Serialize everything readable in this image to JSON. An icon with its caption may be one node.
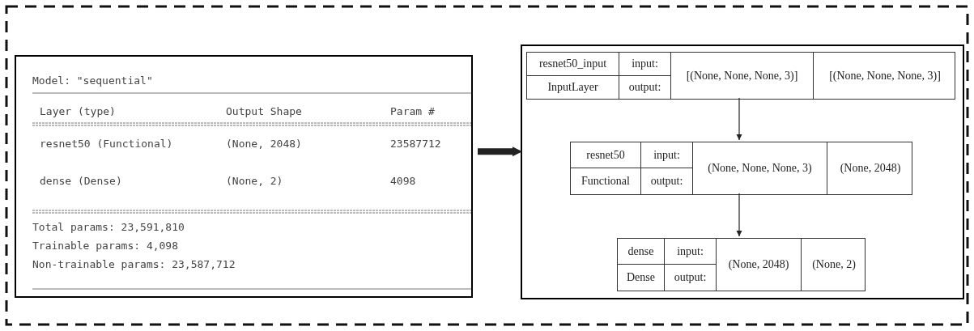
{
  "diagram": {
    "nodes": [
      {
        "text": [
          "Model: \"sequential\"",
          "Layer (type)",
          "Output Shape",
          "Param #",
          "resnet50 (Functional)",
          "(None, 2048)",
          "23587712",
          "dense (Dense)",
          "(None, 2)",
          "4098",
          "Total params: 23,591,810",
          "Trainable params: 4,098",
          "Non-trainable params: 23,587,712"
        ]
      },
      {
        "text": [],
        "shape": "box"
      },
      {
        "text": [
          "resnet50_input",
          "InputLayer",
          "input:",
          "output:",
          "[(None, None, None, 3)]",
          "[(None, None, None, 3)]"
        ],
        "in": 1
      },
      {
        "text": [
          "resnet50",
          "Functional",
          "input:",
          "output:",
          "(None, None, None, 3)",
          "(None, 2048)"
        ],
        "in": 1
      },
      {
        "text": [
          "dense",
          "Dense",
          "input:",
          "output:",
          "(None, 2048)",
          "(None, 2)"
        ],
        "in": 1
      }
    ],
    "edges": [
      {
        "from": 0,
        "to": 1,
        "arrow": "to",
        "style": "thick"
      },
      {
        "from": 2,
        "to": 3,
        "arrow": "to"
      },
      {
        "from": 3,
        "to": 4,
        "arrow": "to"
      }
    ]
  }
}
